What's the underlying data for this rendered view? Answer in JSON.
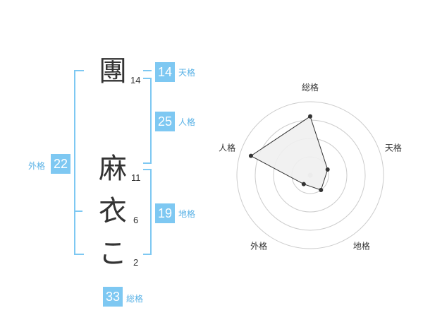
{
  "name_chars": [
    {
      "char": "團",
      "strokes": "14"
    },
    {
      "char": "麻",
      "strokes": "11"
    },
    {
      "char": "衣",
      "strokes": "6"
    },
    {
      "char": "こ",
      "strokes": "2"
    }
  ],
  "kakusu": {
    "tenkaku": {
      "label": "天格",
      "value": "14"
    },
    "jinkaku": {
      "label": "人格",
      "value": "25"
    },
    "chikaku": {
      "label": "地格",
      "value": "19"
    },
    "gaikaku": {
      "label": "外格",
      "value": "22"
    },
    "soukaku": {
      "label": "総格",
      "value": "33"
    }
  },
  "chart_data": {
    "type": "radar",
    "axes": [
      "総格",
      "天格",
      "地格",
      "外格",
      "人格"
    ],
    "values": [
      0.8,
      0.25,
      0.25,
      0.15,
      0.85
    ],
    "range": [
      0,
      1
    ],
    "rings": 4,
    "colors": {
      "fill": "#f0f0f0",
      "line": "#333333",
      "grid": "#cccccc",
      "point": "#333333",
      "center": "#cccccc"
    }
  }
}
